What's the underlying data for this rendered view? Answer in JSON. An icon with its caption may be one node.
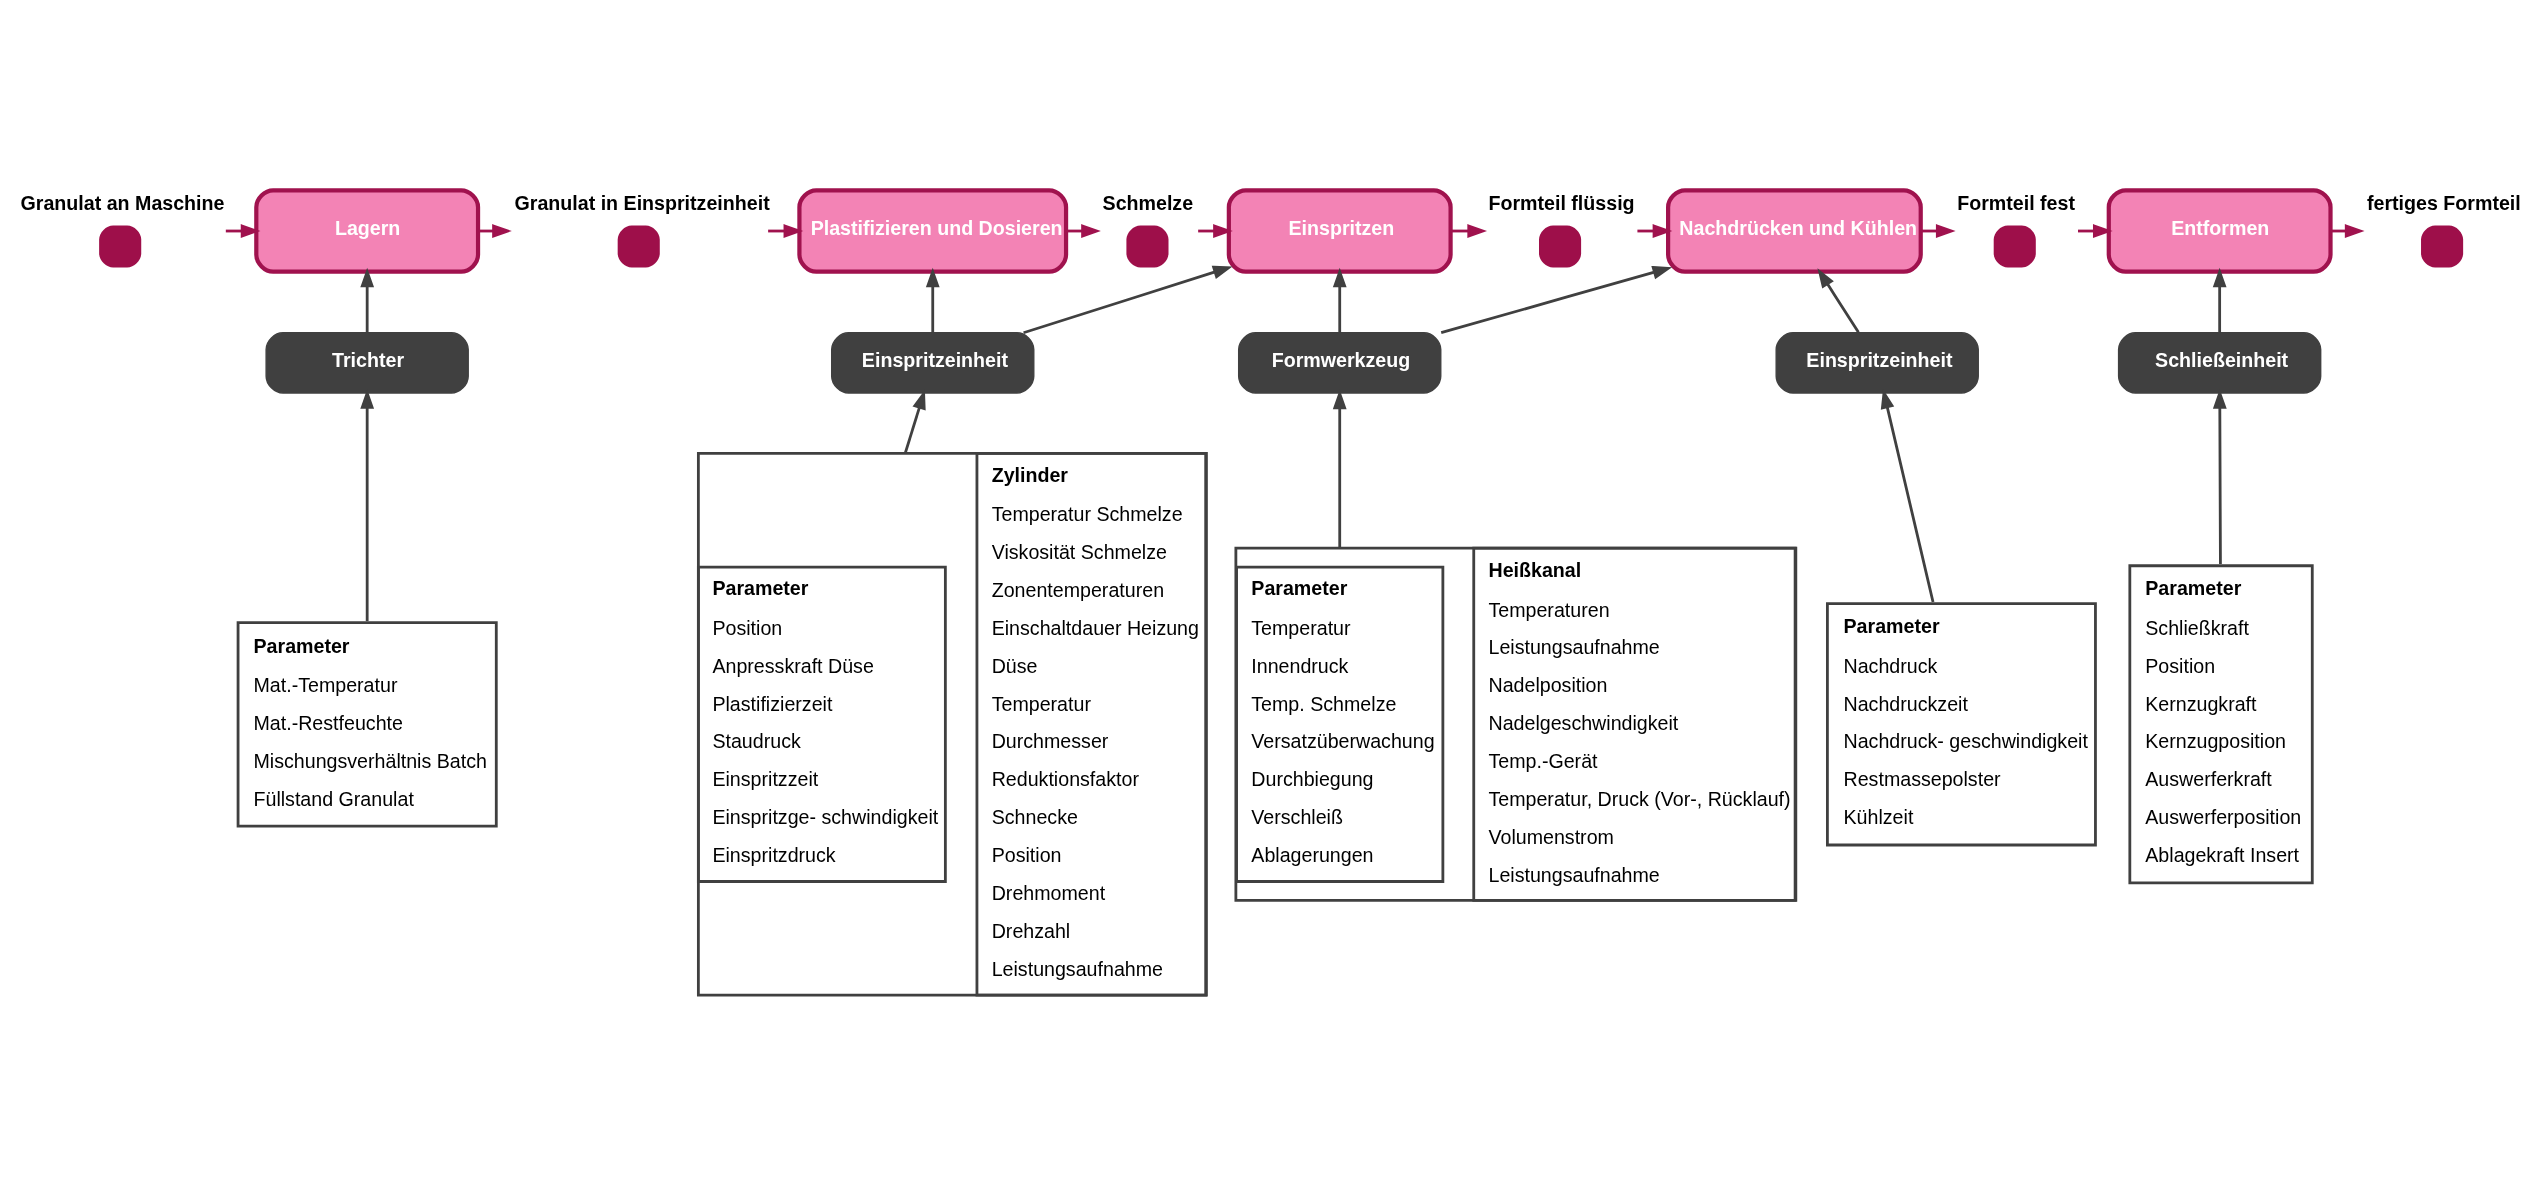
{
  "diagram": {
    "nodes": [
      {
        "text": [
          "Granulat an Maschine"
        ]
      },
      {
        "text": [
          "Lagern"
        ]
      },
      {
        "text": [
          "Granulat in Einspritzeinheit"
        ]
      },
      {
        "text": [
          "Plastifizieren und Dosieren"
        ]
      },
      {
        "text": [
          "Schmelze"
        ]
      },
      {
        "text": [
          "Einspritzen"
        ]
      },
      {
        "text": [
          "Formteil flüssig"
        ]
      },
      {
        "text": [
          "Nachdrücken und Kühlen"
        ]
      },
      {
        "text": [
          "Formteil fest"
        ]
      },
      {
        "text": [
          "Entformen"
        ]
      },
      {
        "text": [
          "fertiges Formteil"
        ]
      },
      {
        "text": [
          "Trichter"
        ]
      },
      {
        "text": [
          "Einspritzeinheit"
        ]
      },
      {
        "text": [
          "Formwerkzeug"
        ]
      },
      {
        "text": [
          "Einspritzeinheit"
        ]
      },
      {
        "text": [
          "Schließeinheit"
        ]
      },
      {
        "text": [
          "Parameter",
          "Mat.-Temperatur",
          "Mat.-Restfeuchte",
          "Mischungsverhältnis Batch",
          "Füllstand Granulat"
        ]
      },
      {
        "text": [],
        "shape": "box"
      },
      {
        "text": [
          "Parameter",
          "Position",
          "Anpresskraft Düse",
          "Plastifizierzeit",
          "Staudruck",
          "Einspritzzeit",
          "Einspritzge- schwindigkeit",
          "Einspritzdruck"
        ],
        "in": 17
      },
      {
        "text": [
          "Zylinder",
          "Temperatur Schmelze",
          "Viskosität Schmelze",
          "Zonentemperaturen",
          "Einschaltdauer Heizung",
          "Düse",
          "Temperatur",
          "Durchmesser",
          "Reduktionsfaktor",
          "Schnecke",
          "Position",
          "Drehmoment",
          "Drehzahl",
          "Leistungsaufnahme"
        ],
        "in": 17
      },
      {
        "text": [],
        "shape": "box"
      },
      {
        "text": [
          "Parameter",
          "Temperatur",
          "Innendruck",
          "Temp. Schmelze",
          "Versatzüberwachung",
          "Durchbiegung",
          "Verschleiß",
          "Ablagerungen"
        ],
        "in": 20
      },
      {
        "text": [
          "Heißkanal",
          "Temperaturen",
          "Leistungsaufnahme",
          "Nadelposition",
          "Nadelgeschwindigkeit",
          "Temp.-Gerät",
          "Temperatur, Druck (Vor-, Rücklauf)",
          "Volumenstrom",
          "Leistungsaufnahme"
        ],
        "in": 20
      },
      {
        "text": [
          "Parameter",
          "Nachdruck",
          "Nachdruckzeit",
          "Nachdruck- geschwindigkeit",
          "Restmassepolster",
          "Kühlzeit"
        ]
      },
      {
        "text": [
          "Parameter",
          "Schließkraft",
          "Position",
          "Kernzugkraft",
          "Kernzugposition",
          "Auswerferkraft",
          "Auswerferposition",
          "Ablagekraft Insert"
        ]
      }
    ],
    "edges": [
      {
        "from": 0,
        "to": 1,
        "arrow": "to",
        "color": "#a0124e"
      },
      {
        "from": 1,
        "to": 2,
        "arrow": "to",
        "color": "#a0124e"
      },
      {
        "from": 2,
        "to": 3,
        "arrow": "to",
        "color": "#a0124e"
      },
      {
        "from": 3,
        "to": 4,
        "arrow": "to",
        "color": "#a0124e"
      },
      {
        "from": 4,
        "to": 5,
        "arrow": "to",
        "color": "#a0124e"
      },
      {
        "from": 5,
        "to": 6,
        "arrow": "to",
        "color": "#a0124e"
      },
      {
        "from": 6,
        "to": 7,
        "arrow": "to",
        "color": "#a0124e"
      },
      {
        "from": 7,
        "to": 8,
        "arrow": "to",
        "color": "#a0124e"
      },
      {
        "from": 8,
        "to": 9,
        "arrow": "to",
        "color": "#a0124e"
      },
      {
        "from": 9,
        "to": 10,
        "arrow": "to",
        "color": "#a0124e"
      },
      {
        "from": 11,
        "to": 1,
        "arrow": "to"
      },
      {
        "from": 12,
        "to": 3,
        "arrow": "to"
      },
      {
        "from": 12,
        "to": 5,
        "arrow": "to"
      },
      {
        "from": 13,
        "to": 5,
        "arrow": "to"
      },
      {
        "from": 13,
        "to": 7,
        "arrow": "to"
      },
      {
        "from": 14,
        "to": 7,
        "arrow": "to"
      },
      {
        "from": 15,
        "to": 9,
        "arrow": "to"
      },
      {
        "from": 16,
        "to": 11,
        "arrow": "to"
      },
      {
        "from": 17,
        "to": 12,
        "arrow": "to"
      },
      {
        "from": 20,
        "to": 13,
        "arrow": "to"
      },
      {
        "from": 23,
        "to": 14,
        "arrow": "to"
      },
      {
        "from": 24,
        "to": 15,
        "arrow": "to"
      }
    ]
  }
}
